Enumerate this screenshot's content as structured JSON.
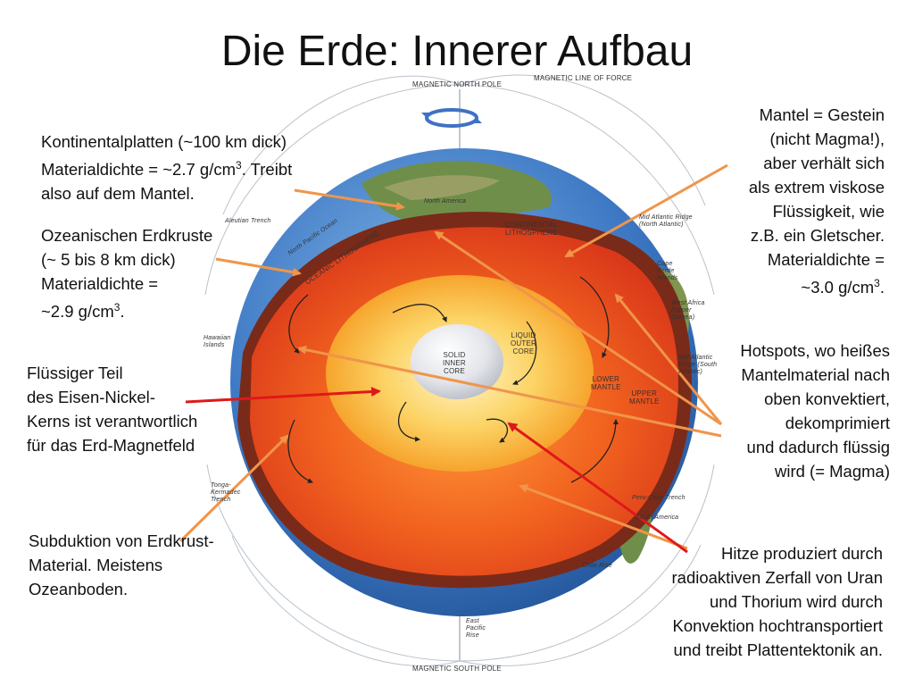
{
  "title": "Die Erde: Innerer Aufbau",
  "notes": {
    "kontinental": [
      "Kontinentalplatten (~100 km dick)",
      "Materialdichte = ~2.7 g/cm3. Treibt",
      "also auf dem Mantel."
    ],
    "ozeanisch": [
      "Ozeanischen Erdkruste",
      "(~ 5 bis 8 km dick)",
      "Materialdichte =",
      "~2.9 g/cm3."
    ],
    "kern": [
      "Flüssiger Teil",
      "des Eisen-Nickel-",
      "Kerns ist verantwortlich",
      "für das Erd-Magnetfeld"
    ],
    "subduktion": [
      "Subduktion von Erdkrust-",
      "Material. Meistens",
      "Ozeanboden."
    ],
    "mantel": [
      "Mantel = Gestein",
      "(nicht Magma!),",
      "aber verhält sich",
      "als extrem viskose",
      "Flüssigkeit, wie",
      "z.B. ein Gletscher.",
      "Materialdichte =",
      "~3.0 g/cm3."
    ],
    "hotspots": [
      "Hotspots, wo heißes",
      "Mantelmaterial nach",
      "oben konvektiert,",
      "dekomprimiert",
      "und dadurch flüssig",
      "wird (= Magma)"
    ],
    "hitze": [
      "Hitze produziert durch",
      "radioaktiven Zerfall von Uran",
      "und Thorium wird durch",
      "Konvektion hochtransportiert",
      "und treibt Plattentektonik an."
    ]
  },
  "figure_labels": {
    "north_pole": "MAGNETIC NORTH POLE",
    "line_of_force": "MAGNETIC LINE OF FORCE",
    "south_pole": "MAGNETIC SOUTH POLE",
    "solid_core": [
      "SOLID",
      "INNER",
      "CORE"
    ],
    "liquid_core": [
      "LIQUID",
      "OUTER",
      "CORE"
    ],
    "lower_mantle": [
      "LOWER",
      "MANTLE"
    ],
    "upper_mantle": [
      "UPPER",
      "MANTLE"
    ],
    "continental_litho": [
      "CONTINENTAL",
      "LITHOSPHERE"
    ],
    "oceanic_litho": "OCEANIC LITHOSPHERE",
    "north_america": "North America",
    "aleutian": "Aleutian Trench",
    "north_pacific": "North Pacific Ocean",
    "hawaiian": [
      "Hawaiian",
      "Islands"
    ],
    "tonga": [
      "Tonga-",
      "Kermadec",
      "Trench"
    ],
    "mid_atlantic_n": [
      "Mid Atlantic Ridge",
      "(North Atlantic)"
    ],
    "cape_verde": [
      "Cape",
      "Verde",
      "Islands"
    ],
    "west_africa": [
      "West Africa",
      "(Upper",
      "Guinea)"
    ],
    "mid_atlantic_s": [
      "Mid Atlantic",
      "Ridge (South",
      "Atlantic)"
    ],
    "peru_chile": "Peru-Chile Trench",
    "south_america": "South America",
    "chile_rise": "Chile Rise",
    "east_pacific": [
      "East",
      "Pacific",
      "Rise"
    ]
  },
  "colors": {
    "orange_arrow": "#f0954a",
    "red_arrow": "#e01818",
    "ocean": "#3e79c4",
    "mantle": "#e8431c",
    "outer_core": "#f7a21e",
    "inner_core": "#d8dbe3"
  }
}
